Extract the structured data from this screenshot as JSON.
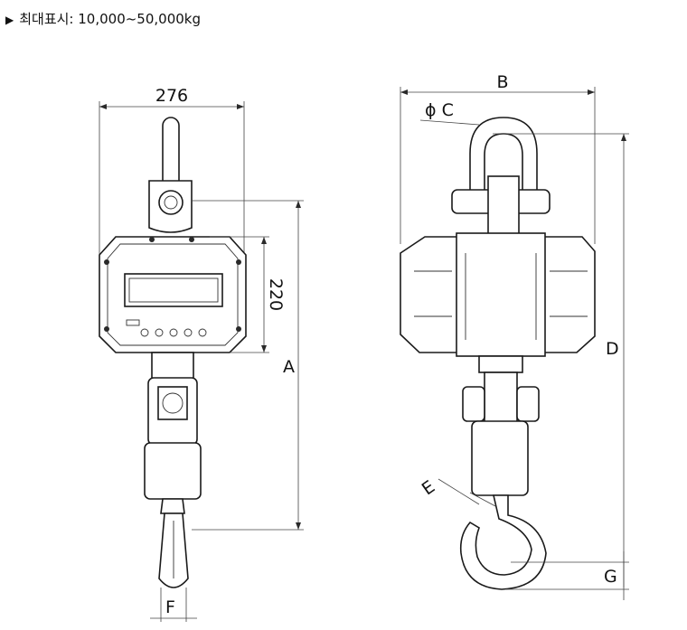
{
  "caption": {
    "marker": "▶",
    "text": "최대표시: 10,000~50,000kg"
  },
  "front_view": {
    "width_label": "276",
    "height_label": "220",
    "overall_label": "A",
    "hook_label": "F"
  },
  "side_view": {
    "width_label": "B",
    "shackle_label": "ϕ C",
    "overall_label": "D",
    "hook_throat_label": "E",
    "bottom_label": "G"
  }
}
